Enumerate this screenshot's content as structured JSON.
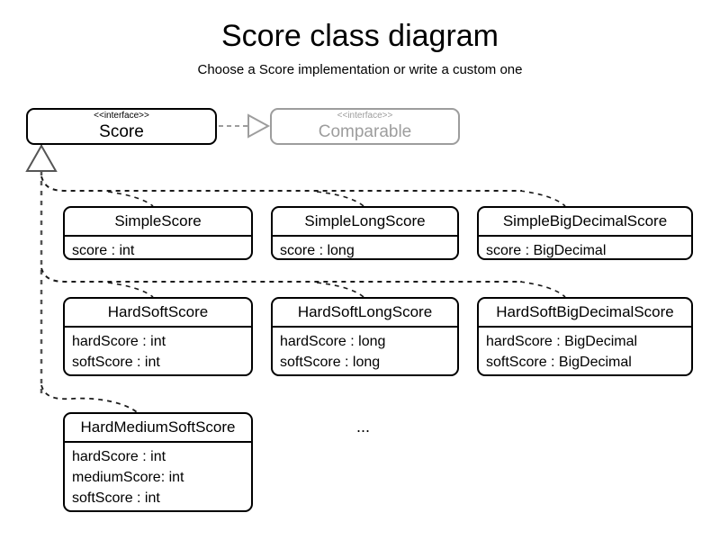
{
  "diagram": {
    "title": "Score class diagram",
    "subtitle": "Choose a Score implementation or write a custom one",
    "ellipsis": "...",
    "colors": {
      "background": "#ffffff",
      "stroke": "#000000",
      "muted_stroke": "#9d9d9d",
      "connector": "#555555"
    }
  },
  "interfaces": {
    "score": {
      "stereotype": "<<interface>>",
      "name": "Score"
    },
    "comparable": {
      "stereotype": "<<interface>>",
      "name": "Comparable"
    }
  },
  "classes": [
    {
      "name": "SimpleScore",
      "attributes": [
        "score : int"
      ]
    },
    {
      "name": "SimpleLongScore",
      "attributes": [
        "score : long"
      ]
    },
    {
      "name": "SimpleBigDecimalScore",
      "attributes": [
        "score : BigDecimal"
      ]
    },
    {
      "name": "HardSoftScore",
      "attributes": [
        "hardScore : int",
        "softScore : int"
      ]
    },
    {
      "name": "HardSoftLongScore",
      "attributes": [
        "hardScore : long",
        "softScore : long"
      ]
    },
    {
      "name": "HardSoftBigDecimalScore",
      "attributes": [
        "hardScore : BigDecimal",
        "softScore : BigDecimal"
      ]
    },
    {
      "name": "HardMediumSoftScore",
      "attributes": [
        "hardScore : int",
        "mediumScore: int",
        "softScore : int"
      ]
    }
  ],
  "relationships": [
    {
      "type": "realization",
      "from": "Score",
      "to": "Comparable",
      "style": "dashed-hollow-triangle"
    },
    {
      "type": "generalization",
      "from": "SimpleScore",
      "to": "Score",
      "style": "dashed-hollow-triangle"
    },
    {
      "type": "generalization",
      "from": "SimpleLongScore",
      "to": "Score",
      "style": "dashed-hollow-triangle"
    },
    {
      "type": "generalization",
      "from": "SimpleBigDecimalScore",
      "to": "Score",
      "style": "dashed-hollow-triangle"
    },
    {
      "type": "generalization",
      "from": "HardSoftScore",
      "to": "Score",
      "style": "dashed-hollow-triangle"
    },
    {
      "type": "generalization",
      "from": "HardSoftLongScore",
      "to": "Score",
      "style": "dashed-hollow-triangle"
    },
    {
      "type": "generalization",
      "from": "HardSoftBigDecimalScore",
      "to": "Score",
      "style": "dashed-hollow-triangle"
    },
    {
      "type": "generalization",
      "from": "HardMediumSoftScore",
      "to": "Score",
      "style": "dashed-hollow-triangle"
    }
  ]
}
